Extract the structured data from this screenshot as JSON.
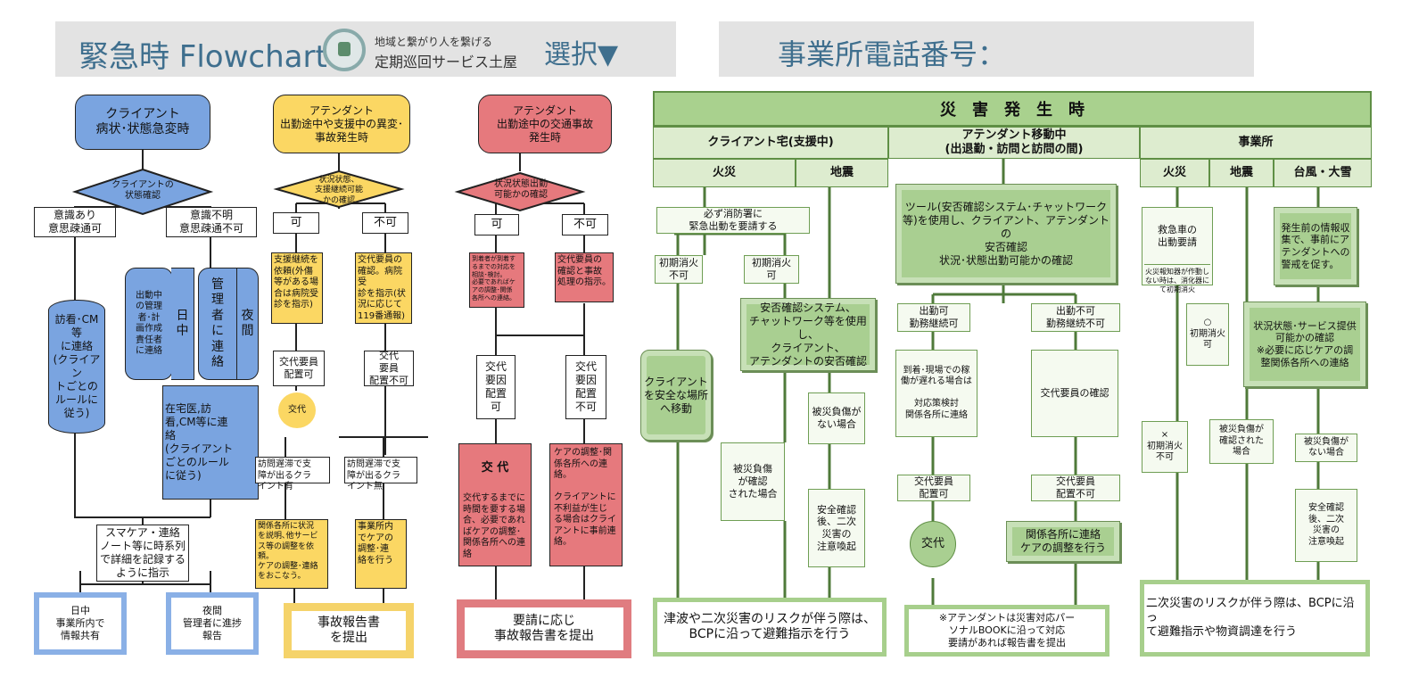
{
  "header": {
    "title": "緊急時 Flowchart",
    "tagline": "地域と繋がり人を繋げる",
    "brand": "定期巡回サービス土屋",
    "select": "選択▼",
    "phone_label": "事業所電話番号："
  },
  "client": {
    "start": "クライアント\n病状･状態急変時",
    "check": "クライアントの\n状態確認",
    "yes": "意識あり\n意思疎通可",
    "no": "意識不明\n意思疎通不可",
    "nurse": "訪看･CM\n等\nに連絡\n(クライアン\nトごとの\nルールに\n従う)",
    "day_inner": "出動中\nの管理\n者･計\n画作成\n責任者\nに連絡",
    "day": "日\n中",
    "mgr": "管\n理\n者\nに\n連\n絡",
    "night": "夜\n間",
    "home": "在宅医,訪\n看,CM等に連\n絡\n(クライアント\nごとのルール\nに従う)",
    "record": "スマケア・連絡\nノート等に時系列\nで詳細を記録する\nように指示",
    "share_day": "日中\n事業所内で\n情報共有",
    "share_night": "夜間\n管理者に進捗\n報告"
  },
  "attendant": {
    "start": "アテンダント\n出勤途中や支援中の異変･\n事故発生時",
    "check": "状況状態、\n支援継続可能\nかの確認",
    "yes": "可",
    "no": "不可",
    "yes_note": "支援継続を\n依頼(外傷\n等がある場\n合は病院受\n診を指示)",
    "no_note": "交代要員の\n確認。病院受\n診を指示(状\n況に応じて\n119番通報)",
    "sub_ok": "交代要員\n配置可",
    "sub_ng": "交代\n要員\n配置不可",
    "swap": "交代",
    "late_yes": "訪問遅滞で支\n障が出るクラ\nイント有",
    "late_no": "訪問遅滞で支\n障が出るクラ\nイント無",
    "note_yes": "関係各所に状況\nを説明､他サービ\nス等の調整を依\n頼。\nケアの調整･連絡\nをおこなう。",
    "note_no": "事業所内\nでケアの\n調整･連\n絡を行う",
    "report": "事故報告書\nを提出"
  },
  "traffic": {
    "start": "アテンダント\n出勤途中の交通事故\n発生時",
    "check": "状況状態出勤\n可能かの確認",
    "yes": "可",
    "no": "不可",
    "yes_note": "到着者が到着す\nるまでの対応を\n相談･検討。\n必要であればケ\nアの調整･関係\n各所への連絡。",
    "no_note": "交代要員の\n確認と事故\n処理の指示。",
    "factor_ok": "交代\n要因\n配置\n可",
    "factor_ng": "交代\n要因\n配置\n不可",
    "swap_title": "交 代",
    "swap_body": "交代するまでに\n時間を要する場\n合、必要であれ\nばケアの調整･\n関係各所への連\n絡",
    "care": "ケアの調整･関\n係各所への連\n絡。\n\nクライアントに\n不利益が生じ\nる場合はクライ\nアントに事前連\n絡。",
    "report": "要請に応じ\n事故報告書を提出"
  },
  "disaster": {
    "title": "災　害　発　生　時",
    "col_client": "クライアント宅(支援中)",
    "col_moving": "アテンダント移動中\n(出退勤・訪問と訪問の間)",
    "col_office": "事業所",
    "fire": "火災",
    "quake": "地震",
    "typhoon": "台風・大雪",
    "fire_call": "必ず消防署に\n緊急出動を要請する",
    "fire_ng": "初期消火\n不可",
    "fire_ok": "初期消火\n可",
    "safety_sys": "安否確認システム、\nチャットワーク等を使用し、\nクライアント、\nアテンダントの安否確認",
    "evacuate": "クライアント\nを安全な場所\nへ移動",
    "injury_yes": "被災負傷\nが確認\nされた場合",
    "injury_no": "被災負傷が\nない場合",
    "alert": "安全確認\n後、二次\n災害の\n注意喚起",
    "client_bottom": "津波や二次災害のリスクが伴う際は、\nBCPに沿って避難指示を行う",
    "tool": "ツール(安否確認システム･チャットワーク\n等)を使用し、クライアント、アテンダントの\n安否確認\n状況･状態出勤可能かの確認",
    "can_go": "出勤可\n勤務継続可",
    "cannot_go": "出勤不可\n勤務継続不可",
    "late_arrival": "到着･現場での稼\n働が遅れる場合は\n\n対応策検討\n関係各所に連絡",
    "sub_check": "交代要員の確認",
    "sub_ok": "交代要員\n配置可",
    "sub_ng": "交代要員\n配置不可",
    "swap": "交代",
    "contact": "関係各所に連絡\nケアの調整を行う",
    "moving_bottom": "※アテンダントは災害対応パー\nソナルBOOKに沿って対応\n要請があれば報告書を提出",
    "ambulance": "救急車の\n出動要請",
    "alarm": "火災報知器が作動し\nない時は、消化器に\nて初期消火",
    "prepare": "発生前の情報収\n集で、事前にア\nテンダントへの\n警戒を促す。",
    "circle_ok": "○\n初期消火\n可",
    "cross_ng": "×\n初期消火\n不可",
    "service_check": "状況状態･サービス提供\n可能かの確認\n※必要に応じケアの調\n整関係各所への連絡",
    "office_injury_yes": "被災負傷が\n確認された\n場合",
    "office_injury_no": "被災負傷が\nない場合",
    "office_alert": "安全確認\n後、二次\n災害の\n注意喚起",
    "office_bottom": "二次災害のリスクが伴う際は、BCPに沿っ\nて避難指示や物資調達を行う"
  },
  "colors": {
    "blue": "#7aa4e0",
    "yellow": "#fbd763",
    "red": "#e6797d",
    "green": "#a9cf91",
    "header": "#3f6f8e"
  }
}
